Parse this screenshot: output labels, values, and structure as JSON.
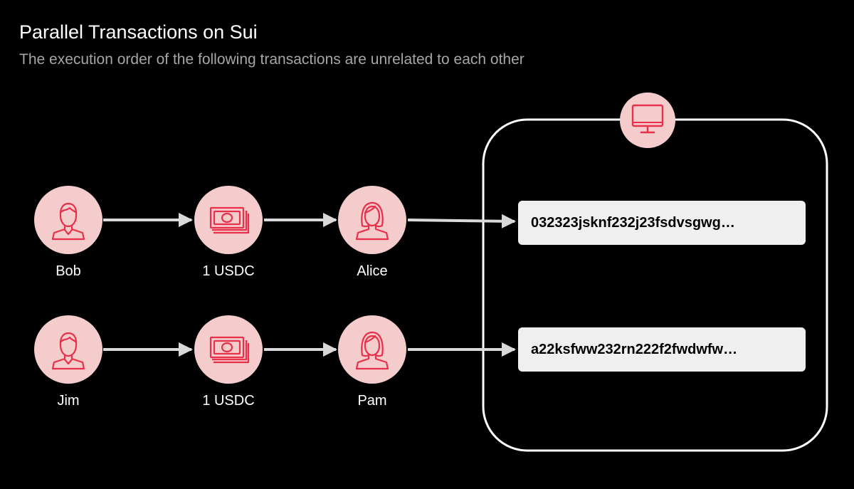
{
  "title": "Parallel Transactions on Sui",
  "subtitle": "The execution order of the following transactions are unrelated to each other",
  "colors": {
    "background": "#000000",
    "node_fill": "#f4cccc",
    "icon_stroke": "#e8304a",
    "arrow": "#d9d9d9",
    "hash_box": "#efefef"
  },
  "transactions": [
    {
      "sender": {
        "label": "Bob",
        "icon": "man-icon"
      },
      "asset": {
        "label": "1 USDC",
        "icon": "money-icon"
      },
      "receiver": {
        "label": "Alice",
        "icon": "woman-icon"
      },
      "hash": "032323jsknf232j23fsdvsgwg…"
    },
    {
      "sender": {
        "label": "Jim",
        "icon": "man-icon"
      },
      "asset": {
        "label": "1 USDC",
        "icon": "money-icon"
      },
      "receiver": {
        "label": "Pam",
        "icon": "woman-icon"
      },
      "hash": "a22ksfww232rn222f2fwdwfw…"
    }
  ],
  "executor": {
    "icon": "computer-monitor-icon"
  }
}
